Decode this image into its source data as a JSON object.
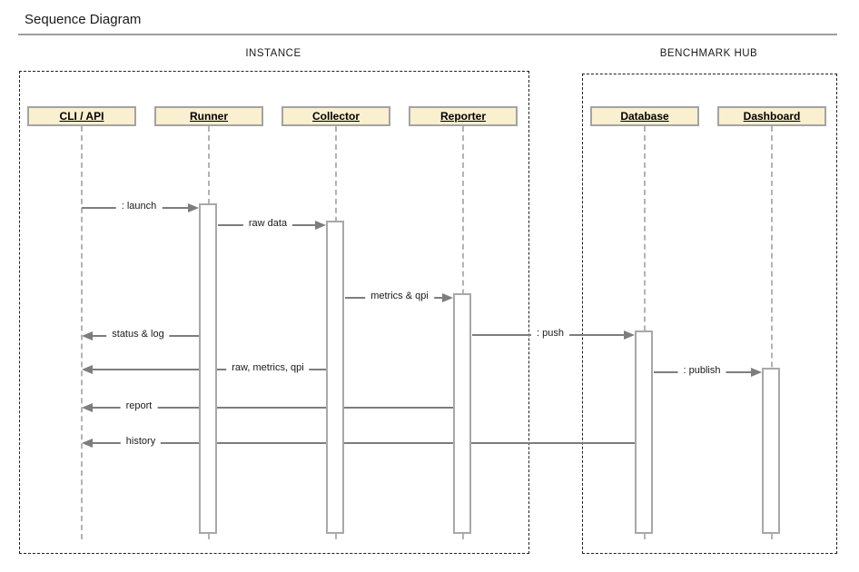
{
  "title": "Sequence Diagram",
  "frames": [
    {
      "label": "INSTANCE"
    },
    {
      "label": "BENCHMARK HUB"
    }
  ],
  "actors": [
    {
      "name": "CLI / API"
    },
    {
      "name": "Runner"
    },
    {
      "name": "Collector"
    },
    {
      "name": "Reporter"
    },
    {
      "name": "Database"
    },
    {
      "name": "Dashboard"
    }
  ],
  "messages": [
    {
      "label": ": launch",
      "from": "CLI / API",
      "to": "Runner"
    },
    {
      "label": "raw data",
      "from": "Runner",
      "to": "Collector"
    },
    {
      "label": "metrics & qpi",
      "from": "Collector",
      "to": "Reporter"
    },
    {
      "label": ": push",
      "from": "Reporter",
      "to": "Database"
    },
    {
      "label": "status & log",
      "from": "Runner",
      "to": "CLI / API"
    },
    {
      "label": "raw, metrics, qpi",
      "from": "Collector",
      "to": "CLI / API"
    },
    {
      "label": ": publish",
      "from": "Database",
      "to": "Dashboard"
    },
    {
      "label": "report",
      "from": "Reporter",
      "to": "CLI / API"
    },
    {
      "label": "history",
      "from": "Database",
      "to": "CLI / API"
    }
  ],
  "colors": {
    "actor_fill": "#faefce",
    "actor_border": "#a3a3a3",
    "activation_border": "#a8a8a8",
    "message_line": "#7d7d7d",
    "lifeline": "#b3b3b3",
    "frame_border": "#1f1f1f",
    "title_rule": "#9e9e9e"
  }
}
